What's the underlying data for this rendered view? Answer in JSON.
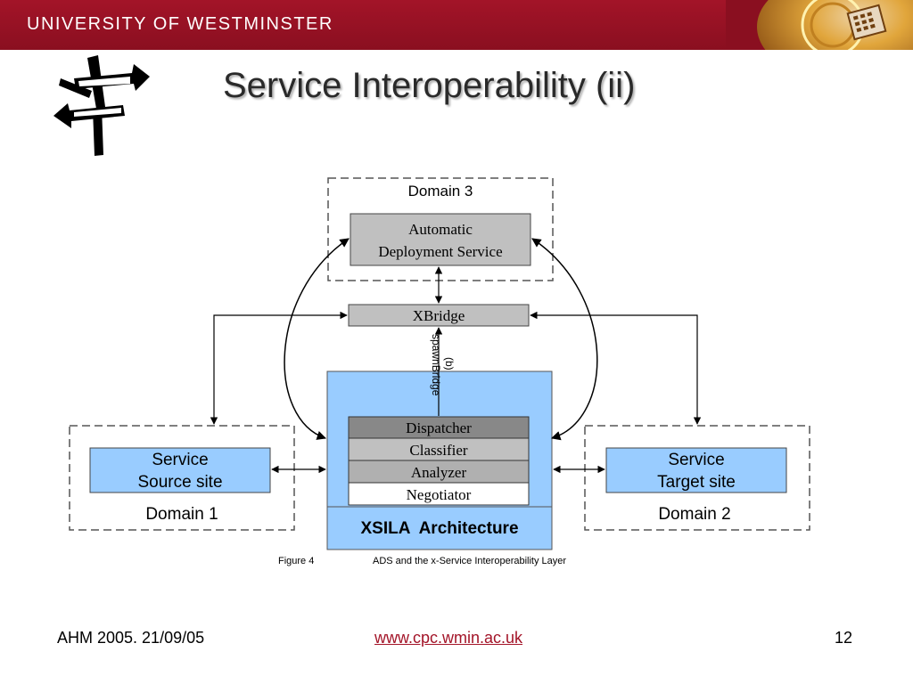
{
  "banner": {
    "university": "UNIVERSITY OF WESTMINSTER"
  },
  "slide": {
    "title": "Service Interoperability (ii)"
  },
  "diagram": {
    "domain3": {
      "label": "Domain 3",
      "ads_line1": "Automatic",
      "ads_line2": "Deployment Service"
    },
    "xbridge": {
      "label": "XBridge",
      "spawn_label": "spawnBridge",
      "spawn_sub": "(b)"
    },
    "xsila": {
      "dispatcher": "Dispatcher",
      "classifier": "Classifier",
      "analyzer": "Analyzer",
      "negotiator": "Negotiator",
      "architecture": "XSILA  Architecture"
    },
    "domain1": {
      "label": "Domain 1",
      "service_line1": "Service",
      "service_line2": "Source site"
    },
    "domain2": {
      "label": "Domain 2",
      "service_line1": "Service",
      "service_line2": "Target site"
    },
    "colors": {
      "light_blue": "#99ccff",
      "box_gray": "#c0c0c0",
      "dispatcher_gray": "#888888"
    }
  },
  "figure": {
    "number": "Figure 4",
    "caption": "ADS and the x-Service Interoperability Layer"
  },
  "footer": {
    "event_date": "AHM 2005. 21/09/05",
    "website": "www.cpc.wmin.ac.uk",
    "page_number": "12"
  }
}
